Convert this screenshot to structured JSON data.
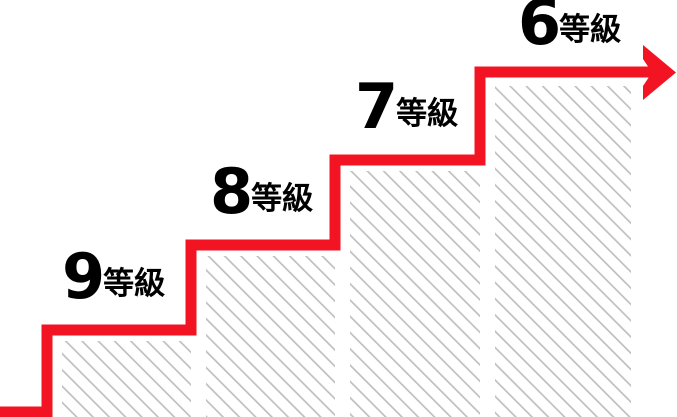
{
  "diagram": {
    "title": "staircase-grade-progression",
    "colors": {
      "red": "#F21423",
      "hatch_gray": "#BFBFBF",
      "text_black": "#000000",
      "background": "#FFFFFF"
    },
    "arrow": {
      "direction": "right",
      "name": "red-arrow-head"
    },
    "steps": [
      {
        "id": "step-9",
        "number": "9",
        "unit": "等級",
        "full_label": "9等級",
        "order": 1
      },
      {
        "id": "step-8",
        "number": "8",
        "unit": "等級",
        "full_label": "8等級",
        "order": 2
      },
      {
        "id": "step-7",
        "number": "7",
        "unit": "等級",
        "full_label": "7等級",
        "order": 3
      },
      {
        "id": "step-6",
        "number": "6",
        "unit": "等級",
        "full_label": "6等級",
        "order": 4
      }
    ]
  },
  "chart_data": {
    "type": "bar",
    "title": "",
    "xlabel": "",
    "ylabel": "",
    "categories": [
      "9等級",
      "8等級",
      "7等級",
      "6等級"
    ],
    "values": [
      1,
      2,
      3,
      4
    ],
    "ylim": [
      0,
      4
    ],
    "grid": false,
    "legend": "none",
    "annotations": [
      "9等級",
      "8等級",
      "7等級",
      "6等級"
    ],
    "notes": "Ascending staircase of four grade levels rising left to right, traced by a red arrow."
  }
}
